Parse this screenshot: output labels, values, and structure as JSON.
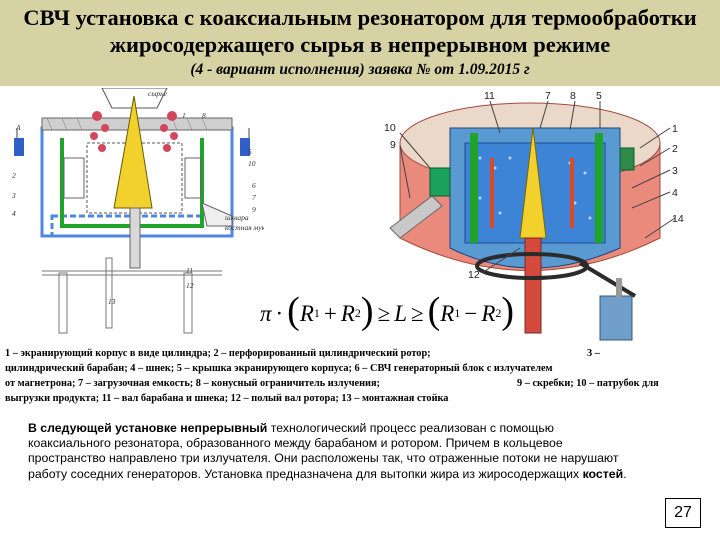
{
  "header": {
    "title_line1": "СВЧ установка с коаксиальным резонатором для термообработки",
    "title_line2": "жиросодержащего сырья в непрерывном режиме",
    "subtitle": "(4 - вариант исполнения) заявка №  от 1.09.2015 г"
  },
  "left_drawing": {
    "labels": {
      "top": "сырье",
      "right_lower": "шквара",
      "right_lower2": "костная мука",
      "n1": "1",
      "n2": "2",
      "n3": "3",
      "n4": "4",
      "n5": "5",
      "n6": "6",
      "n7": "7",
      "n8": "8",
      "n9": "9",
      "n10": "10",
      "n11": "11",
      "n12": "12",
      "n13": "13",
      "nA": "A"
    }
  },
  "right_drawing": {
    "labels": {
      "n11": "11",
      "n7": "7",
      "n8": "8",
      "n5": "5",
      "n10": "10",
      "n9": "9",
      "n1": "1",
      "n2": "2",
      "n3": "3",
      "n4": "4",
      "n14": "14",
      "n12": "12"
    }
  },
  "formula": {
    "pi": "π",
    "dot": "·",
    "r1": "R",
    "sub1": "1",
    "plus": "+",
    "r2": "R",
    "sub2": "2",
    "geq1": "≥",
    "L": "L",
    "geq2": "≥",
    "r1b": "R",
    "sub1b": "1",
    "minus": "−",
    "r2b": "R",
    "sub2b": "2"
  },
  "legend": {
    "row1a": "1 – экранирующий корпус в виде цилиндра; 2 –  перфорированный цилиндрический ротор;",
    "row1b": "3 –",
    "row2a": "цилиндрический барабан;      4 –  шнек; 5 –  крышка экранирующего корпуса; 6 –  СВЧ генераторный блок с излучателем",
    "row3a": "от магнетрона; 7 – загрузочная емкость; 8 – конусный ограничитель излучения;",
    "row3b": "9 – скребки; 10  – патрубок для",
    "row4a": "выгрузки продукта; 11 – вал барабана и шнека; 12  –   полый вал ротора;      13 – монтажная стойка"
  },
  "description": {
    "bold_start": "В следующей установке непрерывный",
    "text1": " технологический процесс реализован с помощью коаксиального резонатора, образованного между барабаном и ротором. Причем в кольцевое пространство направлено три излучателя. Они расположены так, что отраженные потоки не нарушают работу соседних генераторов. Установка предназначена для вытопки жира из жиросодержащих ",
    "bold_end": "костей",
    "period": "."
  },
  "page_number": "27",
  "colors": {
    "header_bg": "#d7d2a4",
    "housing_red": "#e98a7d",
    "housing_inner": "#ead8c8",
    "blue": "#3d84d6",
    "green": "#1fa32a",
    "yellow": "#f3d12c"
  }
}
